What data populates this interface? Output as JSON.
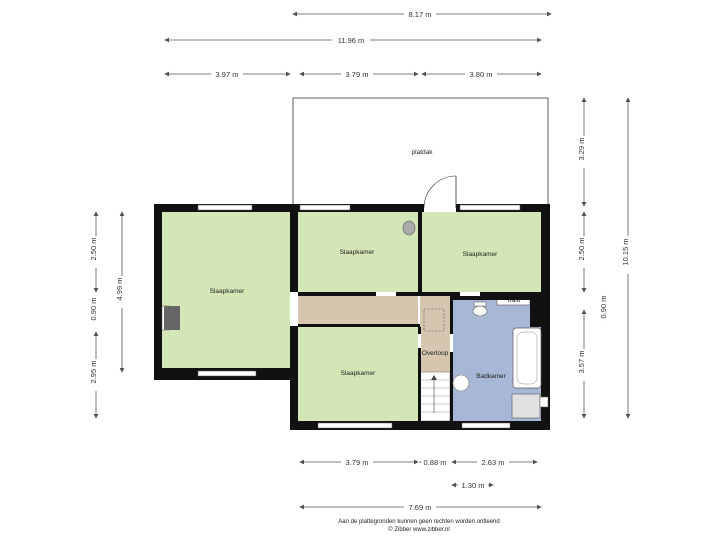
{
  "dimensions": {
    "top_8_17": "8.17 m",
    "top_11_96": "11.96 m",
    "top_3_97": "3.97 m",
    "top_3_79": "3.79 m",
    "top_3_80": "3.80 m",
    "left_2_50": "2.50 m",
    "left_0_90": "0.90 m",
    "left_2_95": "2.95 m",
    "left_4_99": "4.99 m",
    "right_3_29": "3.29 m",
    "right_2_50": "2.50 m",
    "right_3_57": "3.57 m",
    "right_0_90": "0.90 m",
    "right_10_15": "10.15 m",
    "bottom_3_79": "3.79 m",
    "bottom_0_88": "0.88 m",
    "bottom_2_63": "2.63 m",
    "bottom_1_30": "1.30 m",
    "bottom_7_69": "7.69 m"
  },
  "rooms": {
    "platdak": "platdak",
    "slaapkamer_left": "Slaapkamer",
    "slaapkamer_top_mid": "Slaapkamer",
    "slaapkamer_top_right": "Slaapkamer",
    "slaapkamer_bottom": "Slaapkamer",
    "overloop": "Overloop",
    "badkamer": "Badkamer",
    "kast": "Kast"
  },
  "footer": {
    "disclaimer": "Aan de plattegronden kunnen geen rechten worden ontleend",
    "credit": "© Zibber www.zibber.nl"
  },
  "colors": {
    "bedroom": "#d4e6b5",
    "bathroom": "#a9b7d6",
    "hallway": "#d6c6b0",
    "wall": "#111111"
  }
}
